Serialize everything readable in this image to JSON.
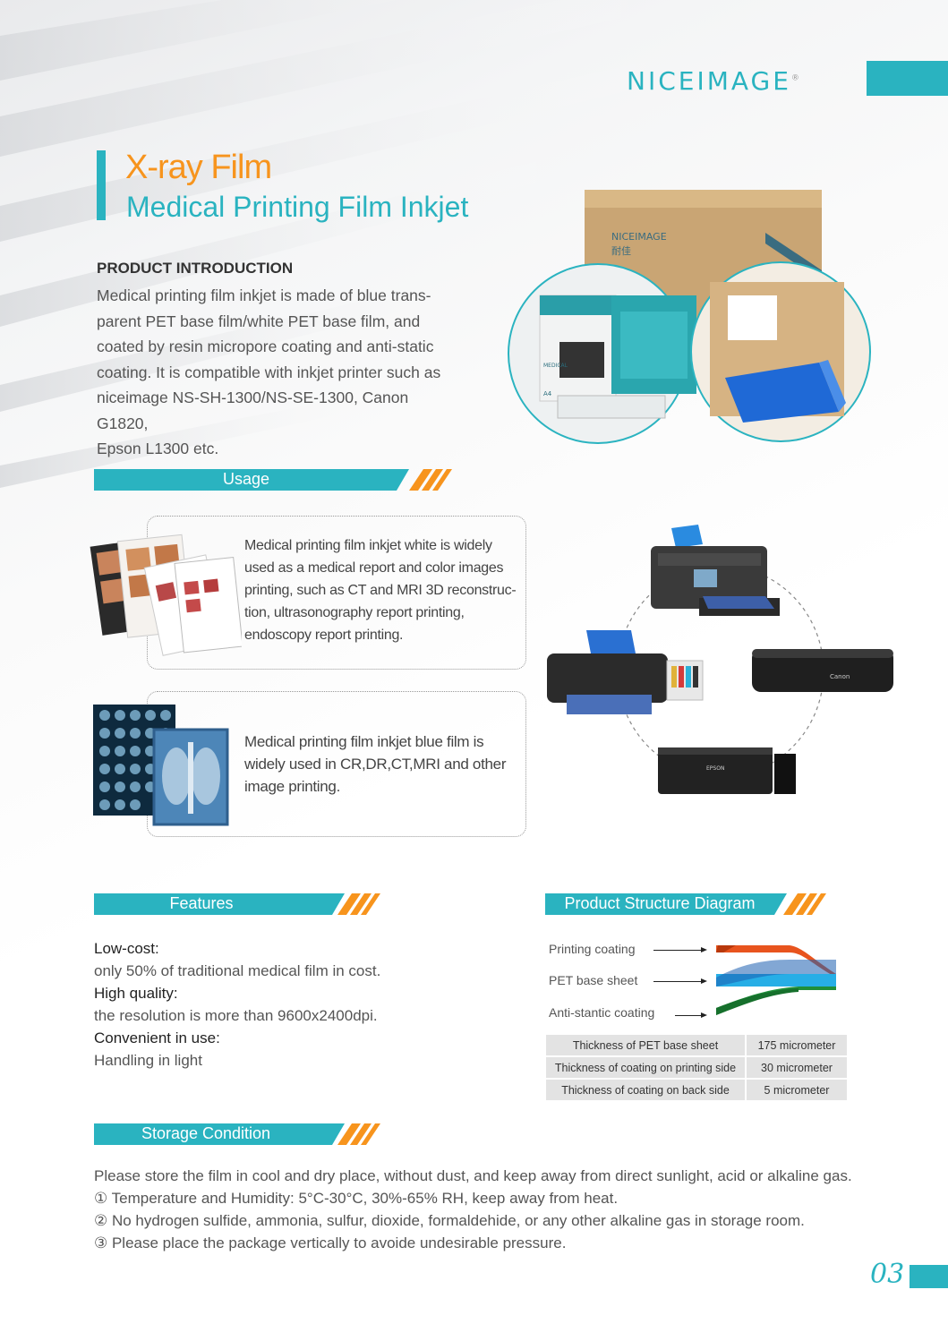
{
  "brand": {
    "logo": "NICEIMAGE",
    "registered": "®"
  },
  "title": {
    "main": "X-ray Film",
    "sub": "Medical Printing Film Inkjet"
  },
  "intro": {
    "heading": "PRODUCT INTRODUCTION",
    "lines": [
      "Medical printing film inkjet is made of blue trans-",
      "parent PET base film/white PET base film, and",
      "coated by resin micropore coating and anti-static",
      "coating. It is compatible with inkjet printer such as",
      "niceimage NS-SH-1300/NS-SE-1300, Canon G1820,",
      "Epson L1300 etc."
    ]
  },
  "package_images": {
    "box_logo": "NICEIMAGE",
    "box_cn": "耐佳",
    "small_box_label": "MEDICAL",
    "small_box_size": "A4"
  },
  "usage": {
    "label": "Usage",
    "items": [
      {
        "lines": [
          "Medical printing film inkjet white is widely",
          "used as a medical report and color images",
          "printing, such as CT and MRI 3D reconstruc-",
          "tion, ultrasonography report printing,",
          "endoscopy report printing."
        ]
      },
      {
        "lines": [
          "Medical printing film inkjet blue film is",
          "widely used in CR,DR,CT,MRI and other",
          "image printing."
        ]
      }
    ],
    "printer_brands": [
      "EPSON",
      "Canon"
    ]
  },
  "features": {
    "label": "Features",
    "items": [
      {
        "key": "Low-cost:",
        "value": "only 50% of traditional medical film in cost."
      },
      {
        "key": "High quality:",
        "value": "the resolution is more than 9600x2400dpi."
      },
      {
        "key": "Convenient in use:",
        "value": "Handling in light"
      }
    ]
  },
  "structure": {
    "label": "Product Structure Diagram",
    "layers": [
      "Printing coating",
      "PET base sheet",
      "Anti-stantic coating"
    ],
    "layer_colors": [
      "#e8541e",
      "#27aee6",
      "#1f8f3a"
    ],
    "specs": [
      {
        "name": "Thickness of PET base sheet",
        "value": "175 micrometer"
      },
      {
        "name": "Thickness of coating on printing side",
        "value": "30 micrometer"
      },
      {
        "name": "Thickness of coating on back side",
        "value": "5 micrometer"
      }
    ]
  },
  "storage": {
    "label": "Storage Condition",
    "lines": [
      "Please store the film in cool and dry place, without dust, and keep away from direct sunlight, acid or alkaline gas.",
      "① Temperature and Humidity: 5°C-30°C, 30%-65% RH, keep away from heat.",
      "② No hydrogen sulfide, ammonia, sulfur, dioxide, formaldehide, or any other alkaline gas in storage room.",
      "③ Please place the package vertically to avoide undesirable pressure."
    ]
  },
  "page_number": "03",
  "colors": {
    "accent": "#2ab3c0",
    "orange": "#f7941d"
  }
}
